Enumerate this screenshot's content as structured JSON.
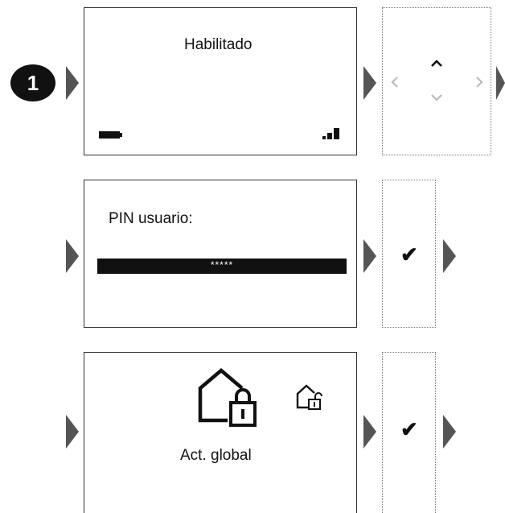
{
  "step": {
    "number": "1"
  },
  "screen1": {
    "status": "Habilitado"
  },
  "screen2": {
    "prompt": "PIN usuario:",
    "pin_mask": "*****"
  },
  "screen3": {
    "action_label": "Act. global"
  },
  "keypad": {
    "up_icon": "chevron-up-icon",
    "down_icon": "chevron-down-icon",
    "left_icon": "chevron-left-icon",
    "right_icon": "chevron-right-icon",
    "confirm_icon": "checkmark-icon"
  },
  "colors": {
    "arrow": "#555555",
    "screen_border": "#333333",
    "dotted_border": "#777777"
  }
}
